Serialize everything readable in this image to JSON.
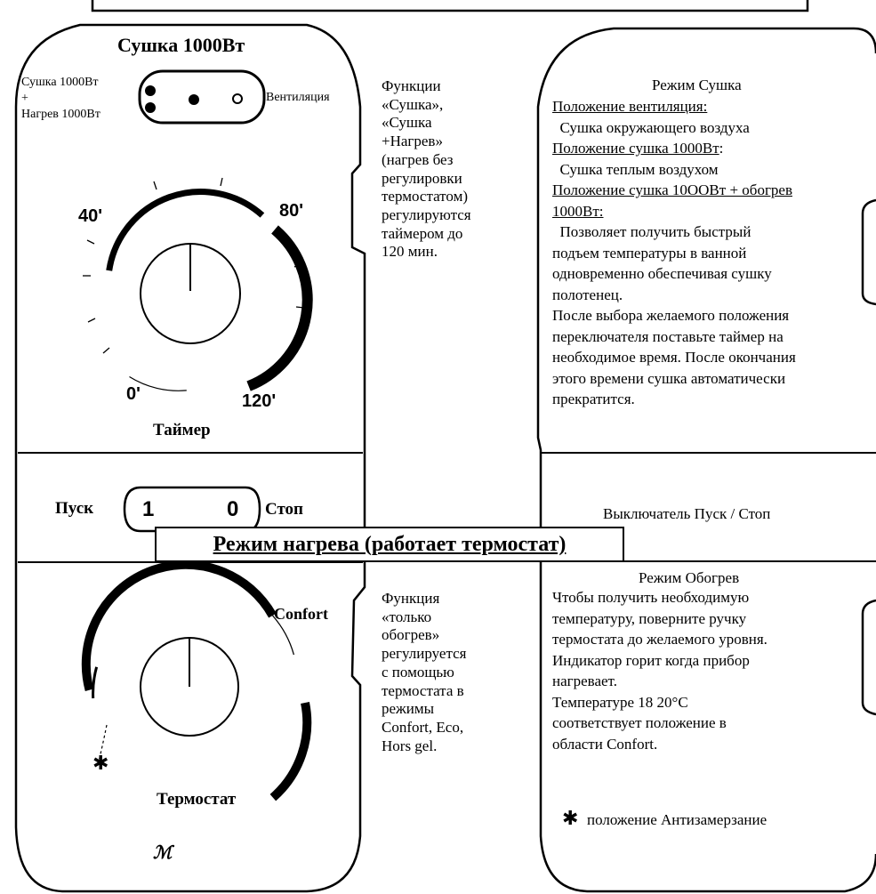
{
  "left_panel": {
    "title": "Сушка 1000Вт",
    "switch_left_label_lines": [
      "Сушка 1000Вт",
      "+",
      "Нагрев 1000Вт"
    ],
    "switch_right_label": "Вентиляция",
    "dial_labels": {
      "mark_40": "40'",
      "mark_80": "80'",
      "mark_0": "0'",
      "mark_120": "120'"
    },
    "timer_label": "Таймер",
    "start_label": "Пуск",
    "stop_label": "Стоп",
    "switch_on_digit": "1",
    "switch_off_digit": "0",
    "thermo_confort_label": "Confort",
    "thermostat_label": "Термостат"
  },
  "heating_mode_title": "Режим нагрева (работает термостат)",
  "middle_column": {
    "drying_functions_lines": [
      "Функции",
      "«Сушка»,",
      "«Сушка",
      "+Нагрев»",
      "(нагрев без",
      "регулировки",
      "термостатом)",
      "регулируются",
      "таймером до",
      "120 мин."
    ],
    "heating_function_lines": [
      "Функция",
      "«только",
      "обогрев»",
      "регулируется",
      "с помощью",
      "термостата в",
      "режимы",
      "Confort, Eco,",
      "Hors gel."
    ]
  },
  "right_panel": {
    "drying_section": {
      "heading": "Режим  Сушка",
      "lines": [
        {
          "text": "Положение вентиляция:",
          "underline": true
        },
        {
          "text": "  Сушка окружающего воздуха",
          "underline": false
        },
        {
          "text": "Положение сушка 1000Вт",
          "suffix": ":",
          "underline": true
        },
        {
          "text": "  Сушка теплым воздухом",
          "underline": false
        },
        {
          "text": "Положение сушка 10OOВт + обогрев",
          "underline": true
        },
        {
          "text": "1000Вт:",
          "underline": true
        },
        {
          "text": "  Позволяет получить быстрый",
          "underline": false
        },
        {
          "text": "подъем температуры в ванной",
          "underline": false
        },
        {
          "text": "одновременно обеспечивая сушку",
          "underline": false
        },
        {
          "text": "полотенец.",
          "underline": false
        },
        {
          "text": "После выбора желаемого положения",
          "underline": false
        },
        {
          "text": "переключателя поставьте таймер на",
          "underline": false
        },
        {
          "text": "необходимое время. После окончания",
          "underline": false
        },
        {
          "text": "этого времени сушка автоматически",
          "underline": false
        },
        {
          "text": "прекратится.",
          "underline": false
        }
      ]
    },
    "switch_section": {
      "text": "Выключатель Пуск / Стоп"
    },
    "heating_section": {
      "heading": "Режим  Обогрев",
      "lines": [
        "Чтобы получить необходимую",
        "температуру, поверните ручку",
        "термостата до желаемого уровня.",
        "Индикатор горит когда прибор",
        "нагревает.",
        "Температуре 18 20°C",
        "соответствует положение в",
        "области Confort."
      ],
      "antifreeze_note": "положение Антизамерзание"
    }
  }
}
